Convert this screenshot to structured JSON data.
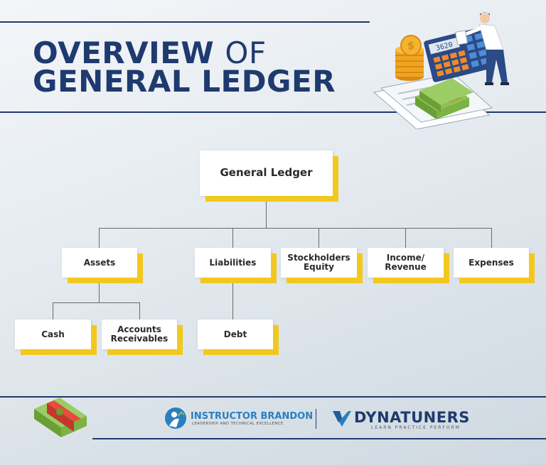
{
  "title": {
    "line1_bold": "OVERVIEW",
    "line1_thin": "OF",
    "line2": "GENERAL LEDGER"
  },
  "diagram": {
    "root": "General Ledger",
    "assets": "Assets",
    "liabilities": "Liabilities",
    "stockholders_equity_1": "Stockholders",
    "stockholders_equity_2": "Equity",
    "income_1": "Income/",
    "income_2": "Revenue",
    "expenses": "Expenses",
    "cash": "Cash",
    "accounts_receivables_1": "Accounts",
    "accounts_receivables_2": "Receivables",
    "debt": "Debt"
  },
  "illustration": {
    "calculator_display": "3620"
  },
  "footer": {
    "brand1_name": "INSTRUCTOR BRANDON",
    "brand1_tagline": "LEADERSHIP AND TECHNICAL EXCELLENCE",
    "brand2_name": "DYNATUNERS",
    "brand2_tagline": "LEARN PRACTICE PERFORM"
  },
  "colors": {
    "navy": "#1f3a6e",
    "accent_yellow": "#f2c81e",
    "brand_blue": "#2a7fc1"
  }
}
